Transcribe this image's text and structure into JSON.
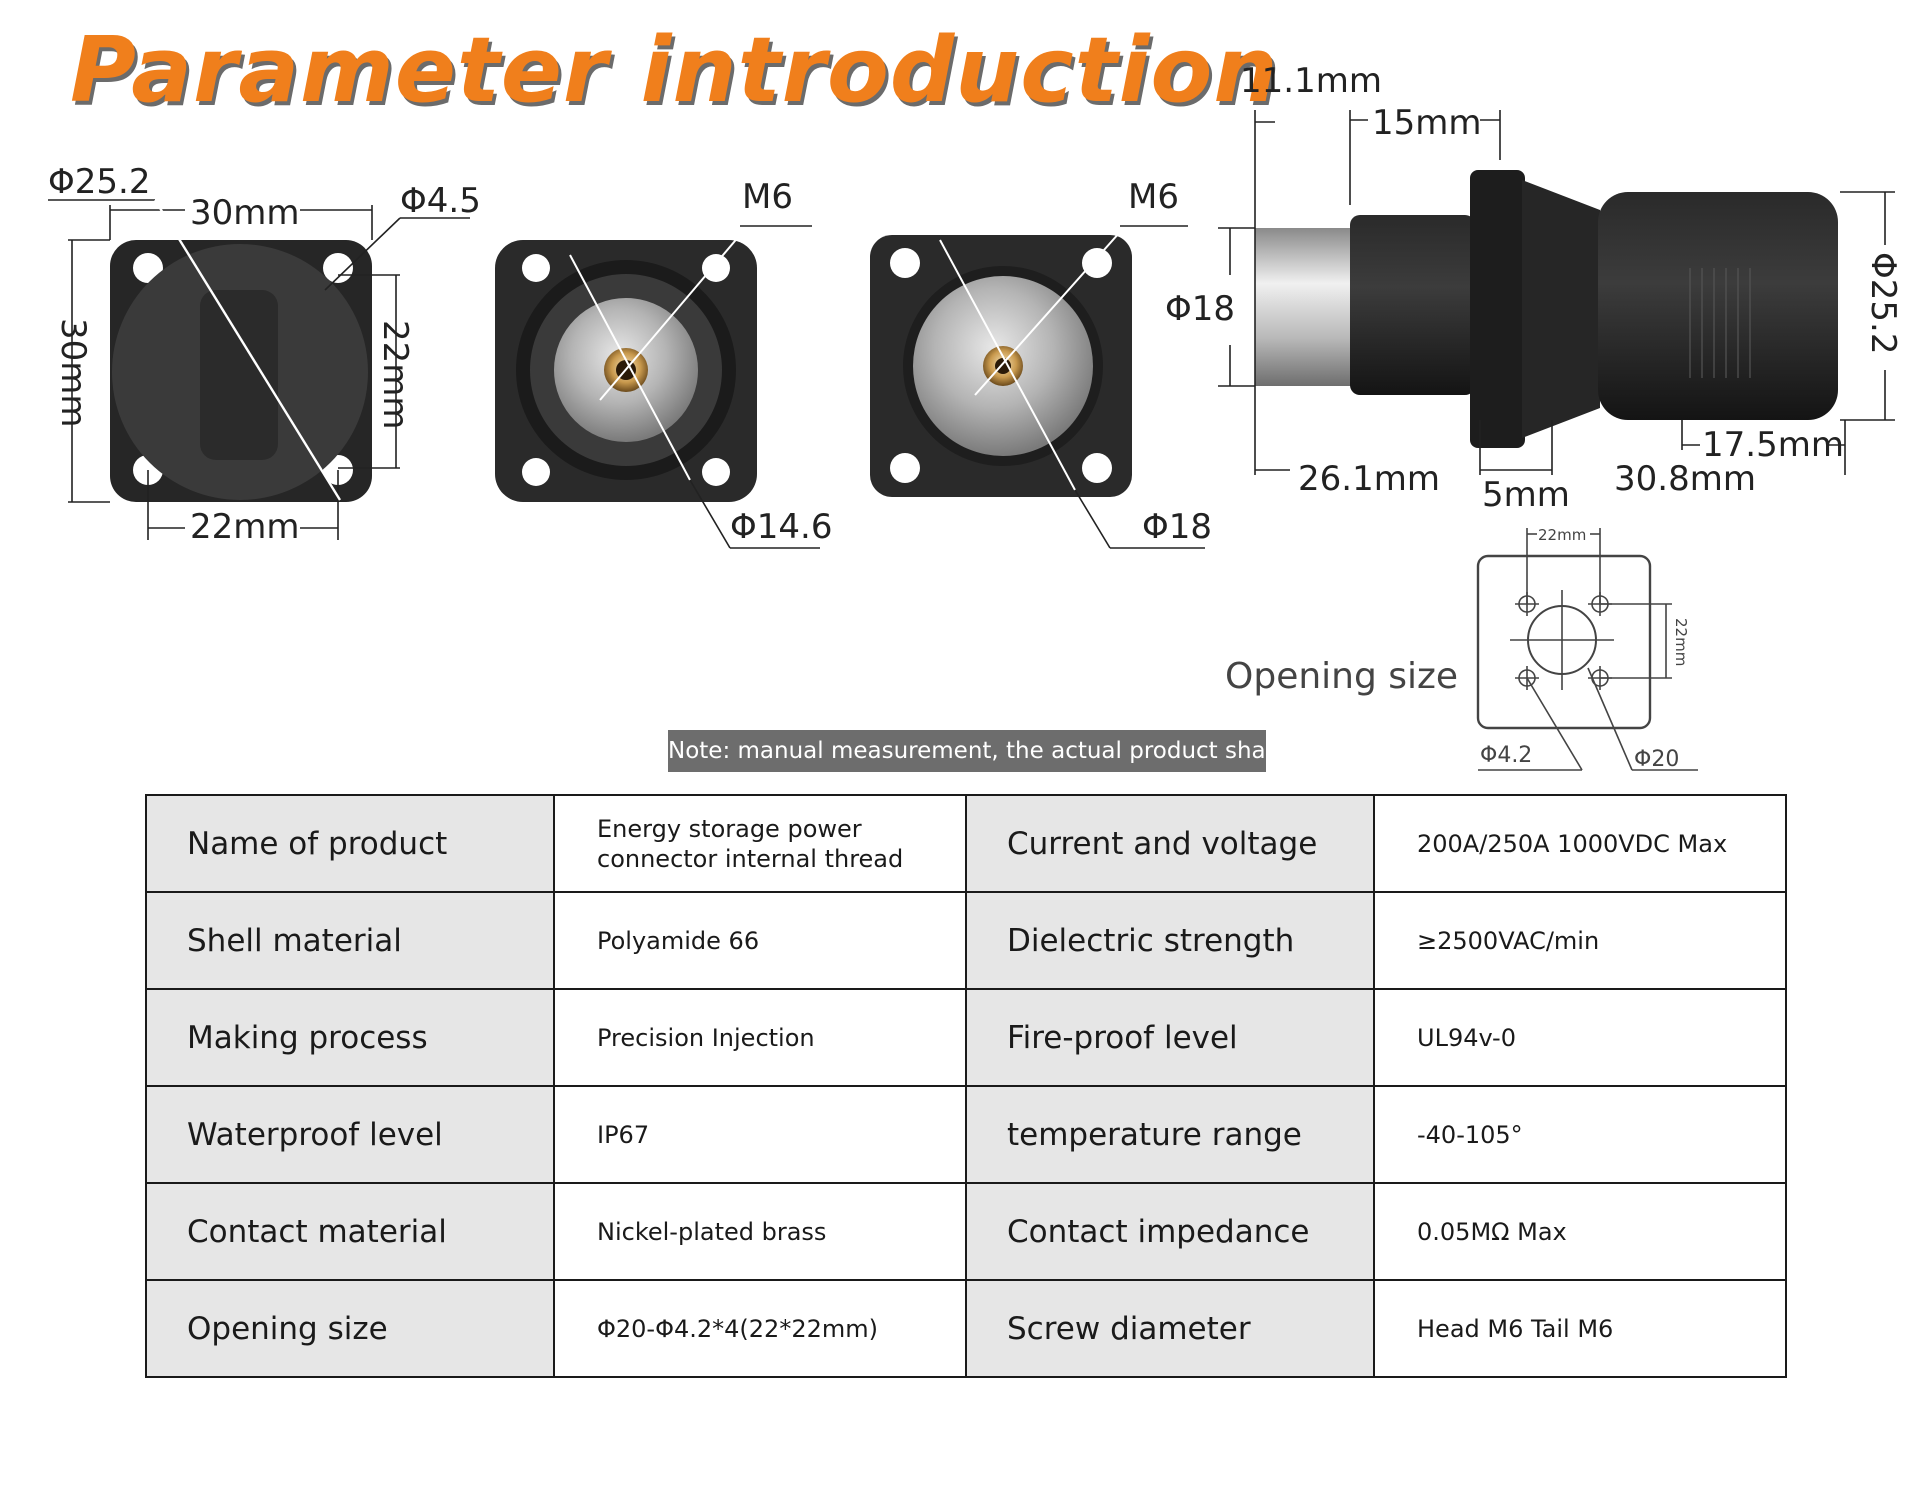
{
  "page_title": "Parameter introduction",
  "note": "Note: manual measurement, the actual product shall",
  "dimensions": {
    "front": {
      "phi_outer": "Φ25.2",
      "width": "30mm",
      "phi_hole": "Φ4.5",
      "height": "30mm",
      "hole_pitch_v": "22mm",
      "hole_pitch_h": "22mm"
    },
    "back_m6": {
      "thread": "M6",
      "diameter": "Φ14.6"
    },
    "face_m6": {
      "thread": "M6",
      "diameter": "Φ18"
    },
    "side": {
      "d1": "11.1mm",
      "d2": "15mm",
      "phi_pin": "Φ18",
      "phi_body": "Φ25.2",
      "d3": "26.1mm",
      "d4": "5mm",
      "d5": "30.8mm",
      "d6": "17.5mm"
    },
    "opening": {
      "label": "Opening size",
      "pitch_h": "22mm",
      "pitch_v": "22mm",
      "phi_hole": "Φ4.2",
      "phi_center": "Φ20"
    }
  },
  "specs": [
    {
      "label1": "Name of product",
      "value1": "Energy storage power connector internal thread",
      "label2": "Current and voltage",
      "value2": "200A/250A 1000VDC Max"
    },
    {
      "label1": "Shell material",
      "value1": "Polyamide 66",
      "label2": "Dielectric strength",
      "value2": "≥2500VAC/min"
    },
    {
      "label1": "Making process",
      "value1": "Precision Injection",
      "label2": "Fire-proof level",
      "value2": "UL94v-0"
    },
    {
      "label1": "Waterproof level",
      "value1": "IP67",
      "label2": "temperature range",
      "value2": "-40-105°"
    },
    {
      "label1": "Contact material",
      "value1": "Nickel-plated brass",
      "label2": "Contact impedance",
      "value2": "0.05MΩ Max"
    },
    {
      "label1": "Opening size",
      "value1": "Φ20-Φ4.2*4(22*22mm)",
      "label2": "Screw diameter",
      "value2": "Head M6 Tail M6"
    }
  ]
}
